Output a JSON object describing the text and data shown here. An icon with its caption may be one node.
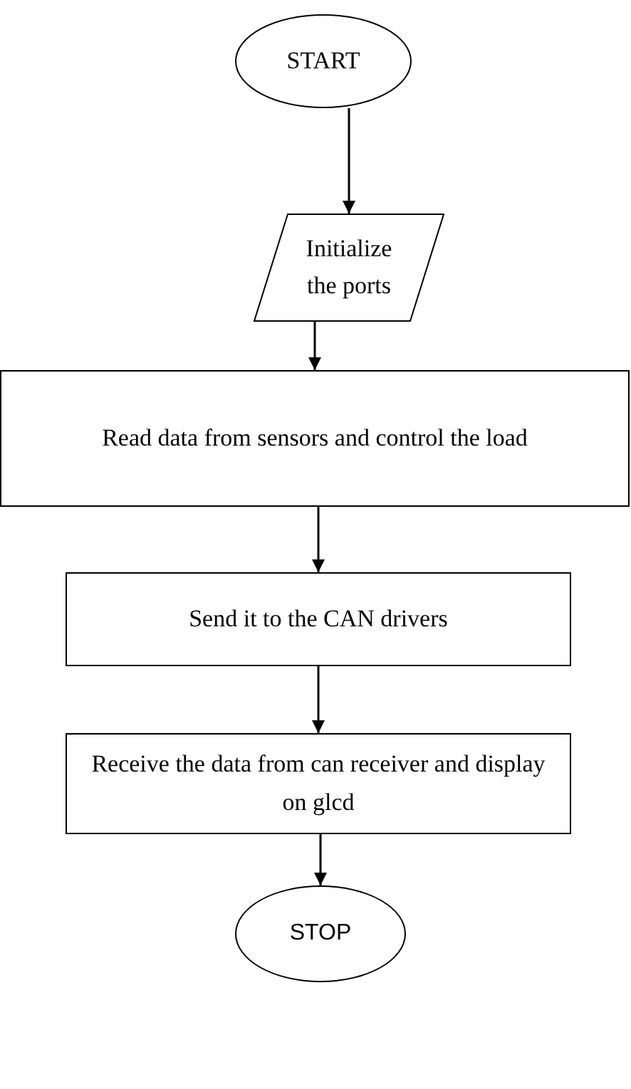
{
  "diagram": {
    "nodes": [
      {
        "text": [
          "START"
        ]
      },
      {
        "text": [
          "Initialize the ports"
        ]
      },
      {
        "text": [
          "Read data from sensors and control the load"
        ]
      },
      {
        "text": [
          "Send it to the CAN drivers"
        ]
      },
      {
        "text": [
          "Receive the data  from can receiver and display on glcd"
        ]
      },
      {
        "text": [
          "STOP"
        ]
      }
    ],
    "edges": [
      {
        "from": 0,
        "to": 1,
        "arrow": "to"
      },
      {
        "from": 1,
        "to": 2,
        "arrow": "to"
      },
      {
        "from": 2,
        "to": 3,
        "arrow": "to"
      },
      {
        "from": 3,
        "to": 4,
        "arrow": "to"
      },
      {
        "from": 4,
        "to": 5,
        "arrow": "to"
      }
    ]
  }
}
